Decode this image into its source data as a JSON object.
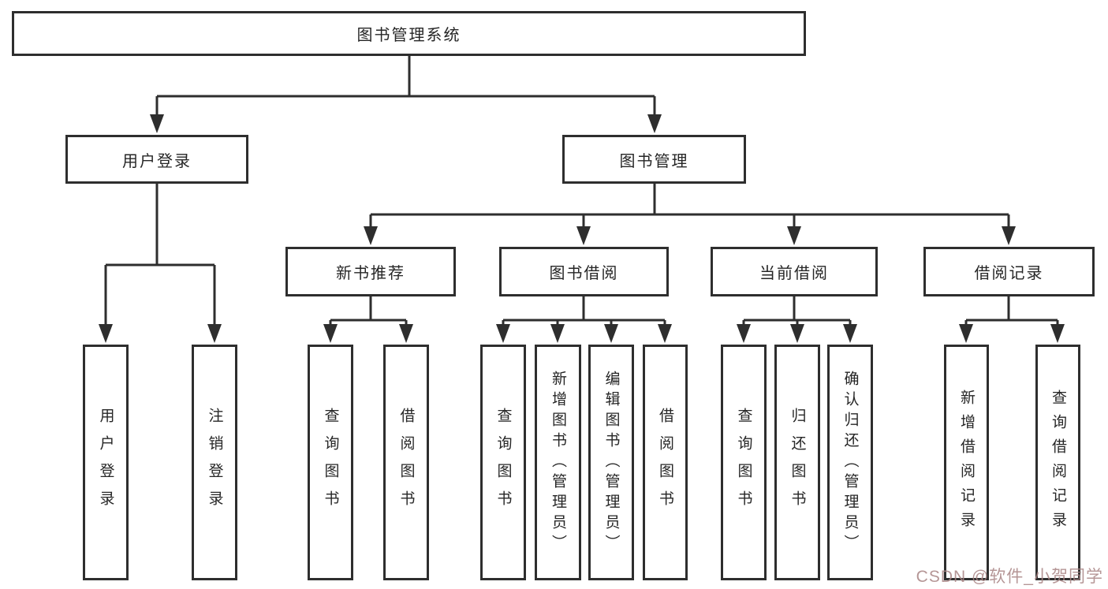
{
  "tree": {
    "root": {
      "label": "图书管理系统"
    },
    "branches": [
      {
        "label": "用户登录",
        "children": [
          "用户登录",
          "注销登录"
        ]
      },
      {
        "label": "图书管理",
        "sections": [
          {
            "label": "新书推荐",
            "children": [
              "查询图书",
              "借阅图书"
            ]
          },
          {
            "label": "图书借阅",
            "children": [
              "查询图书",
              "新增图书（管理员）",
              "编辑图书（管理员）",
              "借阅图书"
            ]
          },
          {
            "label": "当前借阅",
            "children": [
              "查询图书",
              "归还图书",
              "确认归还（管理员）"
            ]
          },
          {
            "label": "借阅记录",
            "children": [
              "新增借阅记录",
              "查询借阅记录"
            ]
          }
        ]
      }
    ]
  },
  "colors": {
    "line": "#2e2e2e",
    "text": "#262626",
    "box_background": "#ffffff",
    "watermark": "#a88484"
  },
  "watermark": {
    "text": "CSDN @软件_小贺同学"
  }
}
